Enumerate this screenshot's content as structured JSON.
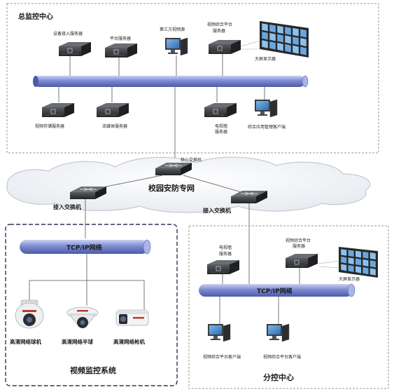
{
  "title_main": "总监控中心",
  "devices": {
    "device_access_server": "设备接入服务器",
    "platform_server": "平台服务器",
    "third_party_video": "第三方视频源",
    "video_platform_server_l1": "视频综合平台",
    "video_platform_server_l2": "服务器",
    "big_screen_top": "大屏显示器",
    "video_storage_server": "视频存储服务器",
    "streaming_server": "流媒体服务器",
    "tv_wall_server_l1": "电视墙",
    "tv_wall_server_l2": "服务器",
    "app_client": "综合应用管理客户端"
  },
  "network": {
    "core_switch": "核心交换机",
    "campus_network": "校园安防专网",
    "access_switch_left": "接入交换机",
    "access_switch_right": "接入交换机",
    "tcpip_left": "TCP/IP网络",
    "tcpip_right": "TCP/IP网络"
  },
  "video_system": {
    "title": "视频监控系统",
    "dome_camera": "高清网络球机",
    "half_dome_camera": "高清网络半球",
    "bullet_camera": "高清网络枪机"
  },
  "branch": {
    "title": "分控中心",
    "tv_wall_server_l1": "电视墙",
    "tv_wall_server_l2": "服务器",
    "video_platform_server_l1": "视频综合平台",
    "video_platform_server_l2": "服务器",
    "big_screen": "大屏显示器",
    "client_1": "视频综合平台客户端",
    "client_2": "视频综合平台客户端"
  },
  "colors": {
    "pipe_blue": "#6f7fc8",
    "device_dark": "#2f3133",
    "switch_dark": "#3a3d40",
    "border_gray": "#9a9a9a"
  }
}
